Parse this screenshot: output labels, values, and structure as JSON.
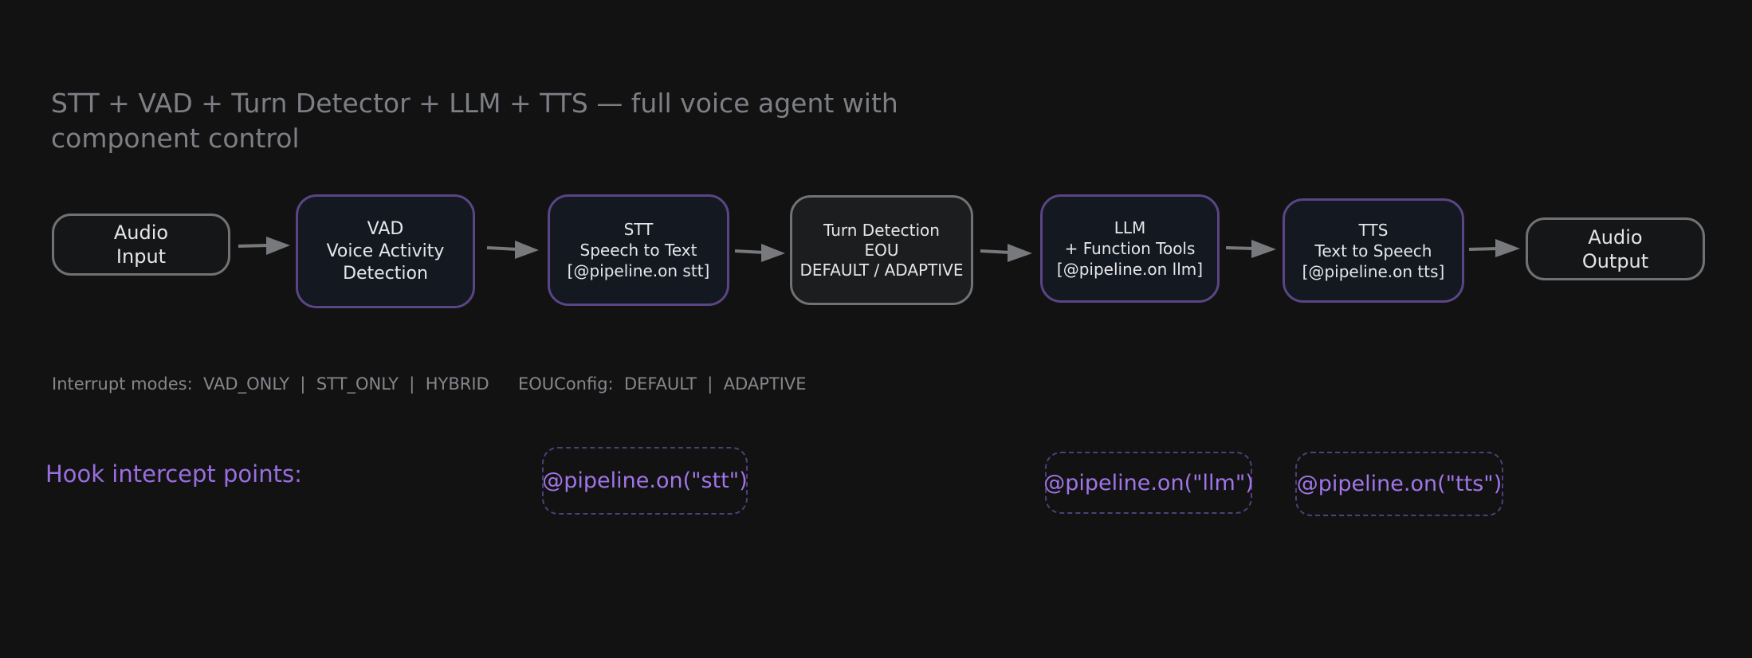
{
  "title": "STT + VAD + Turn Detector + LLM + TTS  —  full voice agent with component control",
  "nodes": {
    "audio_input": [
      "Audio",
      "Input"
    ],
    "vad": [
      "VAD",
      "Voice Activity",
      "Detection"
    ],
    "stt": [
      "STT",
      "Speech to Text",
      "[@pipeline.on stt]"
    ],
    "turn": [
      "Turn Detection",
      "EOU",
      "DEFAULT / ADAPTIVE"
    ],
    "llm": [
      "LLM",
      "+ Function Tools",
      "[@pipeline.on llm]"
    ],
    "tts": [
      "TTS",
      "Text to Speech",
      "[@pipeline.on tts]"
    ],
    "audio_output": [
      "Audio",
      "Output"
    ]
  },
  "interrupt_modes": "Interrupt modes:  VAD_ONLY  |  STT_ONLY  |  HYBRID",
  "eou_config": "EOUConfig:  DEFAULT  |  ADAPTIVE",
  "hook_title": "Hook intercept points:",
  "hooks": {
    "stt": "@pipeline.on(\"stt\")",
    "llm": "@pipeline.on(\"llm\")",
    "tts": "@pipeline.on(\"tts\")"
  },
  "colors": {
    "background": "#121212",
    "accent_purple": "#9a6ee0",
    "node_purple_border": "#5a4585",
    "node_gray_border": "#707274",
    "arrow": "#77797c"
  }
}
